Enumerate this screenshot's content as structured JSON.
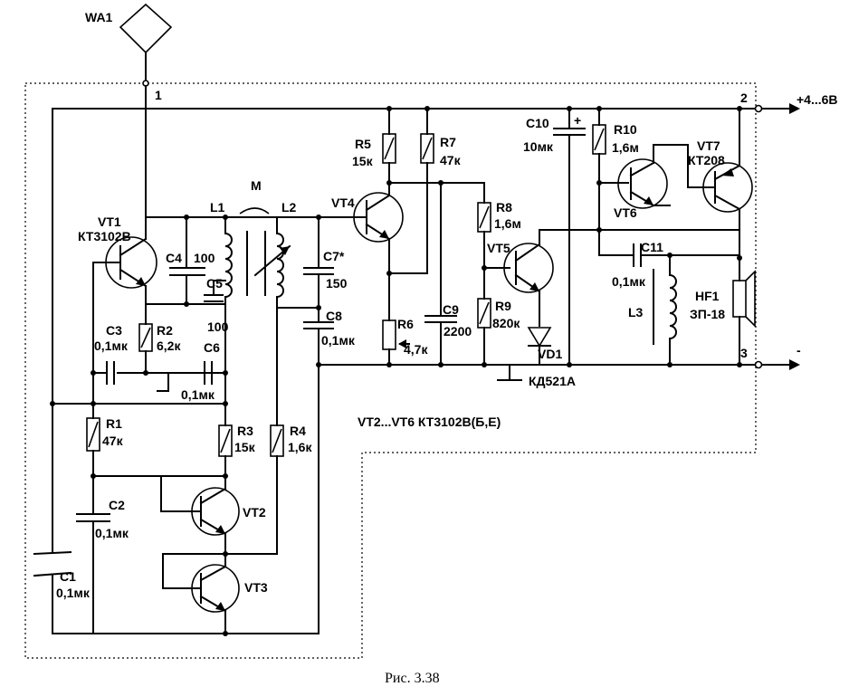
{
  "antenna": "WA1",
  "pins": {
    "p1": "1",
    "p2": "2",
    "p3": "3"
  },
  "supply": {
    "plus": "+4...6В",
    "minus": "-"
  },
  "coupling": "M",
  "transistors": {
    "vt1": "VT1",
    "vt1_type": "КТ3102В",
    "vt2": "VT2",
    "vt3": "VT3",
    "vt4": "VT4",
    "vt5": "VT5",
    "vt6": "VT6",
    "vt7": "VT7",
    "vt7_type": "КТ208"
  },
  "resistors": {
    "r1": "R1",
    "r1_val": "47к",
    "r2": "R2",
    "r2_val": "6,2к",
    "r3": "R3",
    "r3_val": "15к",
    "r4": "R4",
    "r4_val": "1,6к",
    "r5": "R5",
    "r5_val": "15к",
    "r6": "R6",
    "r6_val": "4,7к",
    "r7": "R7",
    "r7_val": "47к",
    "r8": "R8",
    "r8_val": "1,6м",
    "r9": "R9",
    "r9_val": "820к",
    "r10": "R10",
    "r10_val": "1,6м"
  },
  "capacitors": {
    "c1": "C1",
    "c1_val": "0,1мк",
    "c2": "C2",
    "c2_val": "0,1мк",
    "c3": "C3",
    "c3_val": "0,1мк",
    "c4": "C4",
    "c4_val": "100",
    "c5": "C5",
    "c5_val": "100",
    "c6": "C6",
    "c6_val": "0,1мк",
    "c7": "C7*",
    "c7_val": "150",
    "c8": "C8",
    "c8_val": "0,1мк",
    "c9": "C9",
    "c9_val": "2200",
    "c10": "C10",
    "c10_val": "10мк",
    "c10_pol": "+",
    "c11": "C11",
    "c11_val": "0,1мк"
  },
  "inductors": {
    "l1": "L1",
    "l2": "L2",
    "l3": "L3"
  },
  "diode": {
    "ref": "VD1",
    "type": "КД521А"
  },
  "speaker": {
    "ref": "HF1",
    "type": "ЗП-18"
  },
  "note": "VT2...VT6  КТ3102В(Б,Е)",
  "caption": "Рис. 3.38"
}
